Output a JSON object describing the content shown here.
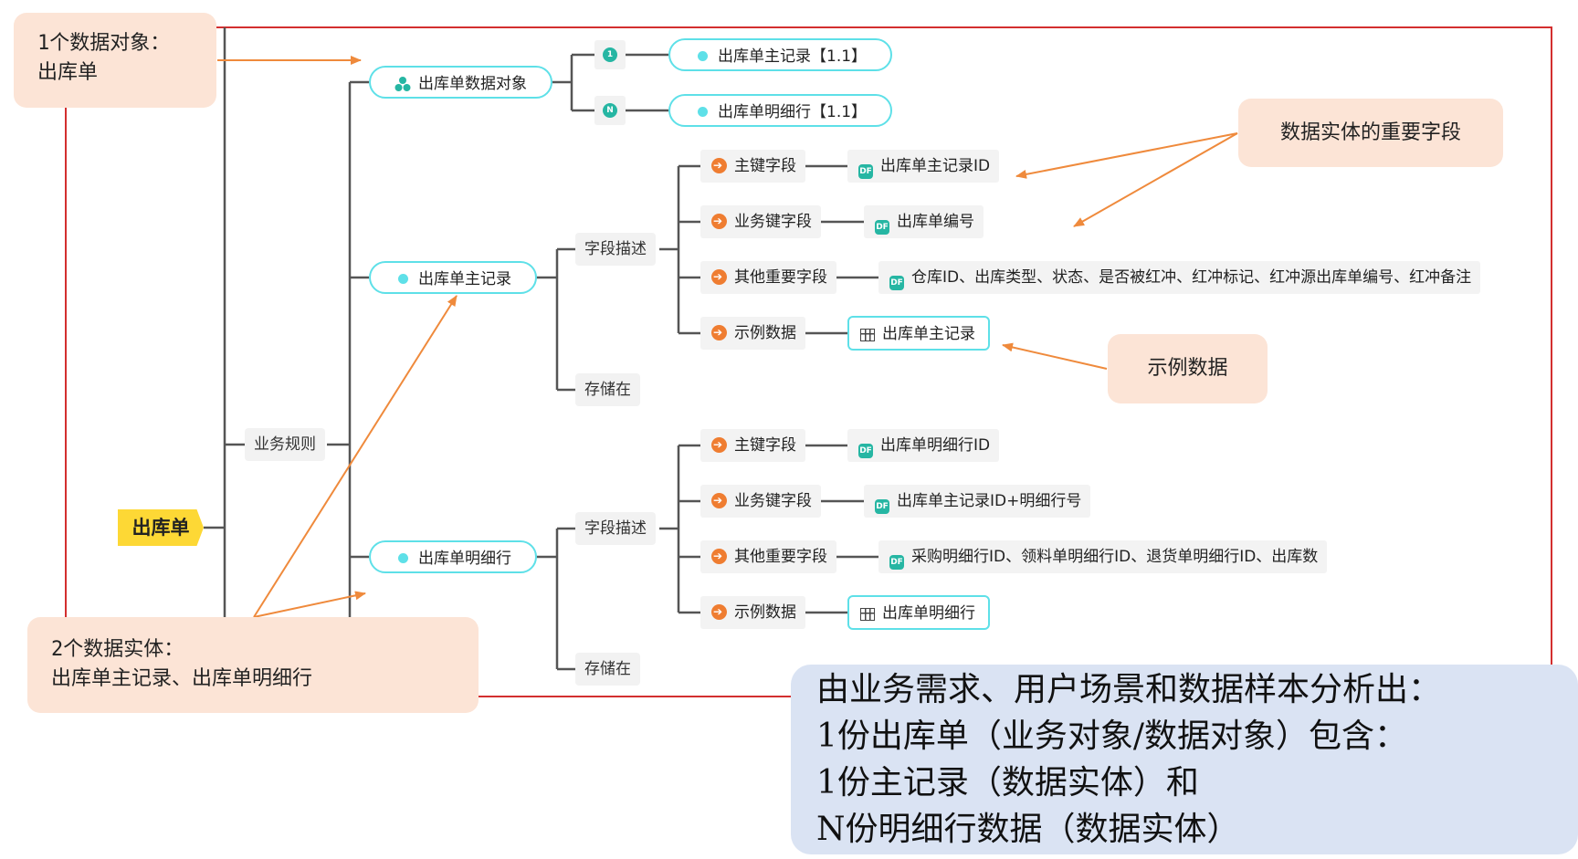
{
  "root": "出库单",
  "business_rules": "业务规则",
  "data_object": {
    "label": "出库单数据对象",
    "master_cardinality": "1",
    "detail_cardinality": "N",
    "master_ref": "出库单主记录【1.1】",
    "detail_ref": "出库单明细行【1.1】"
  },
  "master": {
    "label": "出库单主记录",
    "field_desc": "字段描述",
    "stored_in": "存储在",
    "pk_label": "主键字段",
    "pk_value": "出库单主记录ID",
    "bk_label": "业务键字段",
    "bk_value": "出库单编号",
    "other_label": "其他重要字段",
    "other_value": "仓库ID、出库类型、状态、是否被红冲、红冲标记、红冲源出库单编号、红冲备注",
    "sample_label": "示例数据",
    "sample_value": "出库单主记录"
  },
  "detail": {
    "label": "出库单明细行",
    "field_desc": "字段描述",
    "stored_in": "存储在",
    "pk_label": "主键字段",
    "pk_value": "出库单明细行ID",
    "bk_label": "业务键字段",
    "bk_value": "出库单主记录ID+明细行号",
    "other_label": "其他重要字段",
    "other_value": "采购明细行ID、领料单明细行ID、退货单明细行ID、出库数",
    "sample_label": "示例数据",
    "sample_value": "出库单明细行"
  },
  "callouts": {
    "data_object": "1个数据对象：\n出库单",
    "key_fields": "数据实体的重要字段",
    "sample": "示例数据",
    "entities": "2个数据实体：\n出库单主记录、出库单明细行"
  },
  "summary": "由业务需求、用户场景和数据样本分析出：\n1份出库单（业务对象/数据对象）包含：\n1份主记录（数据实体）和\nN份明细行数据（数据实体）",
  "colors": {
    "frame": "#d32f2f",
    "root": "#fdd835",
    "pill_border": "#5ee0e8",
    "callout": "#fce4d6",
    "summary": "#dae3f3",
    "arrow": "#ef8a3c",
    "field_icon": "#ef7d31",
    "value_icon": "#26b6a3"
  },
  "icons": {
    "data_object": "cluster-icon",
    "entity": "dot-icon",
    "field_group": "arrow-circle-icon",
    "field_value": "df-icon",
    "sample": "table-icon"
  }
}
